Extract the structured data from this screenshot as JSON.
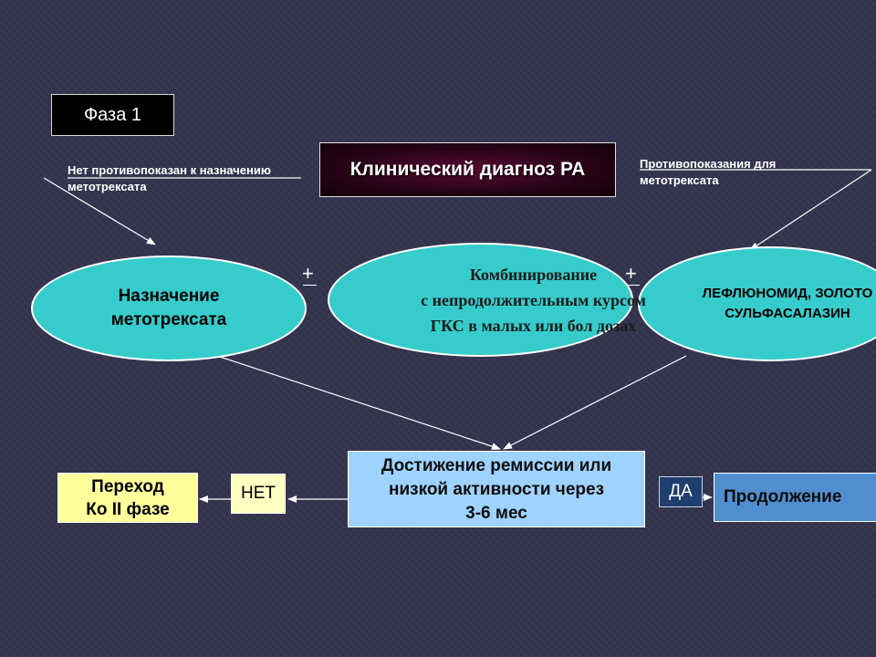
{
  "phase": {
    "label": "Фаза 1"
  },
  "diagnosis": {
    "label": "Клинический диагноз РА"
  },
  "notes": {
    "left_line1": "Нет противопоказан к назначению",
    "left_line2": "метотрексата",
    "right_line1": "Противопоказания для",
    "right_line2": "метотрексата"
  },
  "nodes": {
    "methotrexate_line1": "Назначение",
    "methotrexate_line2": "метотрексата",
    "combination_line1": "Комбинирование",
    "combination_line2": "с непродолжительным курсом",
    "combination_line3": "ГКС в малых или бол дозах",
    "alternatives_line1": "ЛЕФЛЮНОМИД, ЗОЛОТО",
    "alternatives_line2": "СУЛЬФАСАЛАЗИН"
  },
  "plus_signs": [
    "+",
    "+"
  ],
  "remission": {
    "line1": "Достижение ремиссии или",
    "line2": "низкой активности через",
    "line3": "3-6 мес"
  },
  "yes_label": "ДА",
  "no_label": "НЕТ",
  "continue_label": "Продолжение",
  "phase2": {
    "line1": "Переход",
    "line2": "Ко II фазе"
  },
  "colors": {
    "background": "#34344f",
    "ellipse_fill": "#37cccc",
    "remission_fill": "#9fd3ff",
    "continue_fill": "#4f8fcf",
    "yes_fill": "#1f3f6e",
    "no_fill": "#ffffc2",
    "phase2_fill": "#ffff9c"
  }
}
